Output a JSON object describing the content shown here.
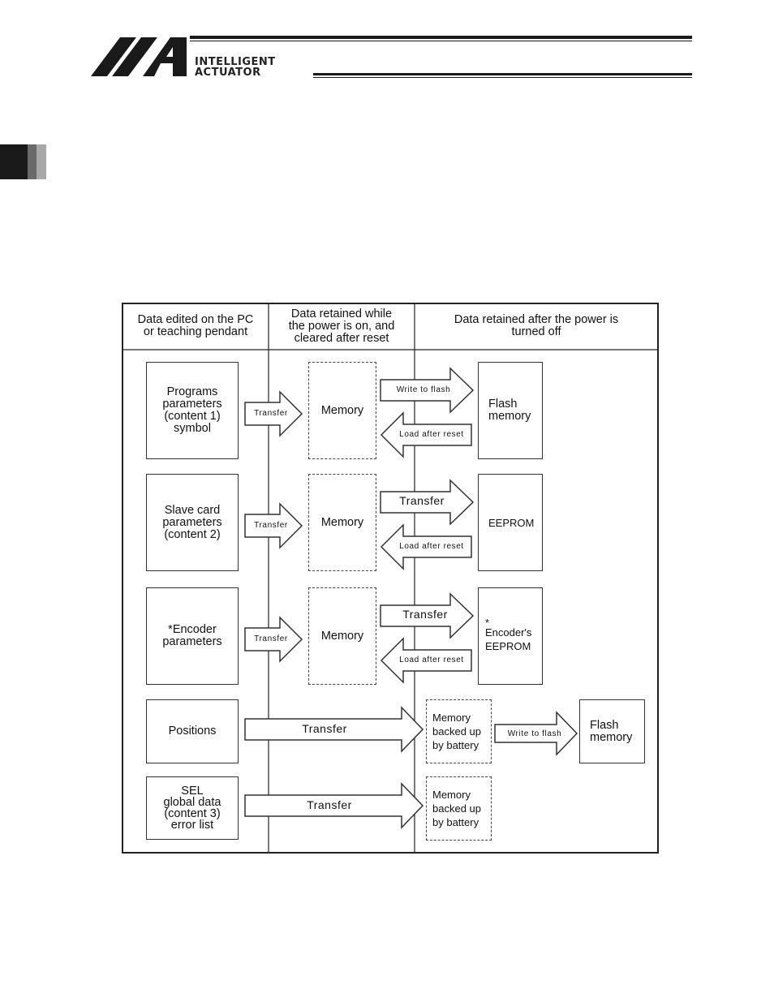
{
  "logo": {
    "line1": "INTELLIGENT",
    "line2": "ACTUATOR"
  },
  "diagram": {
    "headers": {
      "col1": [
        "Data edited on the PC",
        "or teaching pendant"
      ],
      "col2": [
        "Data retained while",
        "the power is on, and",
        "cleared after reset"
      ],
      "col3": [
        "Data retained after the power is",
        "turned off"
      ]
    },
    "rows": [
      {
        "source": [
          "Programs",
          "parameters",
          "(content 1)",
          "symbol"
        ],
        "transfer": "Transfer",
        "volatile": "Memory",
        "write": "Write to flash",
        "load": "Load after reset",
        "storage": [
          "Flash",
          "memory"
        ]
      },
      {
        "source": [
          "Slave card",
          "parameters",
          "(content 2)"
        ],
        "transfer": "Transfer",
        "volatile": "Memory",
        "write": "Transfer",
        "load": "Load after reset",
        "storage": [
          "EEPROM"
        ]
      },
      {
        "source": [
          "*Encoder",
          "parameters"
        ],
        "transfer": "Transfer",
        "volatile": "Memory",
        "write": "Transfer",
        "load": "Load after reset",
        "storage": [
          "*",
          "Encoder's",
          "EEPROM"
        ]
      },
      {
        "source": [
          "Positions"
        ],
        "transfer": "Transfer",
        "battery": [
          "Memory",
          "backed up",
          "by battery"
        ],
        "write": "Write to flash",
        "storage": [
          "Flash",
          "memory"
        ]
      },
      {
        "source": [
          "SEL",
          "global data",
          "(content 3)",
          "error list"
        ],
        "transfer": "Transfer",
        "battery": [
          "Memory",
          "backed up",
          "by battery"
        ]
      }
    ]
  }
}
